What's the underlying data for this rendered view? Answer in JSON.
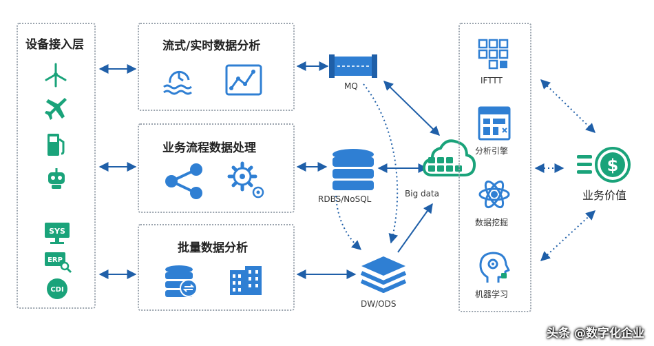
{
  "colors": {
    "accent": "#2f7fd3",
    "green": "#1aa37a",
    "dark": "#1f5fa8",
    "stroke": "#9aa3ad"
  },
  "left_panel": {
    "title": "设备接入层",
    "icons": [
      "wind-turbine-icon",
      "airplane-icon",
      "fuel-pump-icon",
      "robot-icon",
      "sys-monitor-icon",
      "erp-search-icon",
      "cdi-icon"
    ],
    "badges": {
      "sys": "SYS",
      "erp": "ERP",
      "cdi": "CDI"
    }
  },
  "middle_panels": [
    {
      "title": "流式/实时数据分析",
      "icons": [
        "clock-wave-icon",
        "line-chart-icon"
      ]
    },
    {
      "title": "业务流程数据处理",
      "icons": [
        "share-nodes-icon",
        "gear-icon"
      ]
    },
    {
      "title": "批量数据分析",
      "icons": [
        "database-sync-icon",
        "building-icon"
      ]
    }
  ],
  "nodes": {
    "mq": "MQ",
    "rdbs": "RDBS/NoSQL",
    "big_data": "Big data",
    "dw": "DW/ODS"
  },
  "right_panel": {
    "items": [
      "IFTTT",
      "分析引擎",
      "数据挖掘",
      "机器学习"
    ]
  },
  "value": {
    "label": "业务价值",
    "symbol": "$"
  },
  "watermark": "头条 @数字化企业"
}
